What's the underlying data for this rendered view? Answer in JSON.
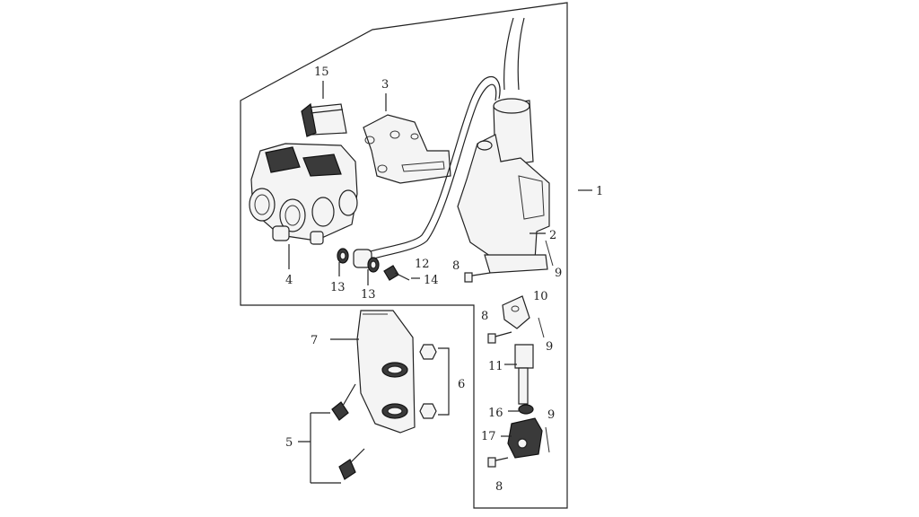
{
  "callouts": {
    "c1": "1",
    "c2": "2",
    "c3": "3",
    "c4": "4",
    "c5": "5",
    "c6": "6",
    "c7": "7",
    "c8a": "8",
    "c8b": "8",
    "c8c": "8",
    "c9a": "9",
    "c9b": "9",
    "c9c": "9",
    "c10": "10",
    "c11": "11",
    "c12": "12",
    "c13a": "13",
    "c13b": "13",
    "c14": "14",
    "c15": "15",
    "c16": "16",
    "c17": "17"
  }
}
